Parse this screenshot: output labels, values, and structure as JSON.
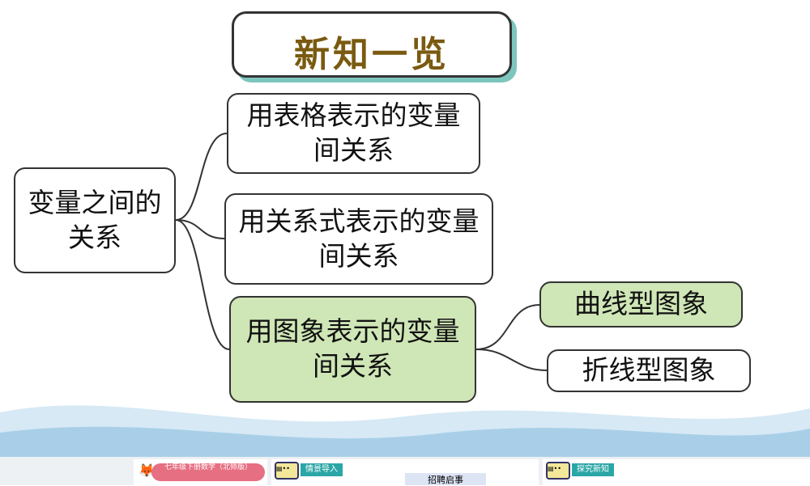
{
  "title": "新知一览",
  "mindmap": {
    "root": "变量之间的关系",
    "children": [
      {
        "label": "用表格表示的变量间关系"
      },
      {
        "label": "用关系式表示的变量间关系"
      },
      {
        "label": "用图象表示的变量间关系",
        "children": [
          {
            "label": "曲线型图象"
          },
          {
            "label": "折线型图象"
          }
        ]
      }
    ]
  },
  "colors": {
    "highlight": "#cfe6b6",
    "title": "#7a5a10",
    "accent": "#7cc6be"
  },
  "thumbnails": [
    {
      "label": "七年级下册数学（北师版）"
    },
    {
      "tag": "情景导入",
      "caption": "招聘启事"
    },
    {
      "tag": "探究新知"
    }
  ]
}
